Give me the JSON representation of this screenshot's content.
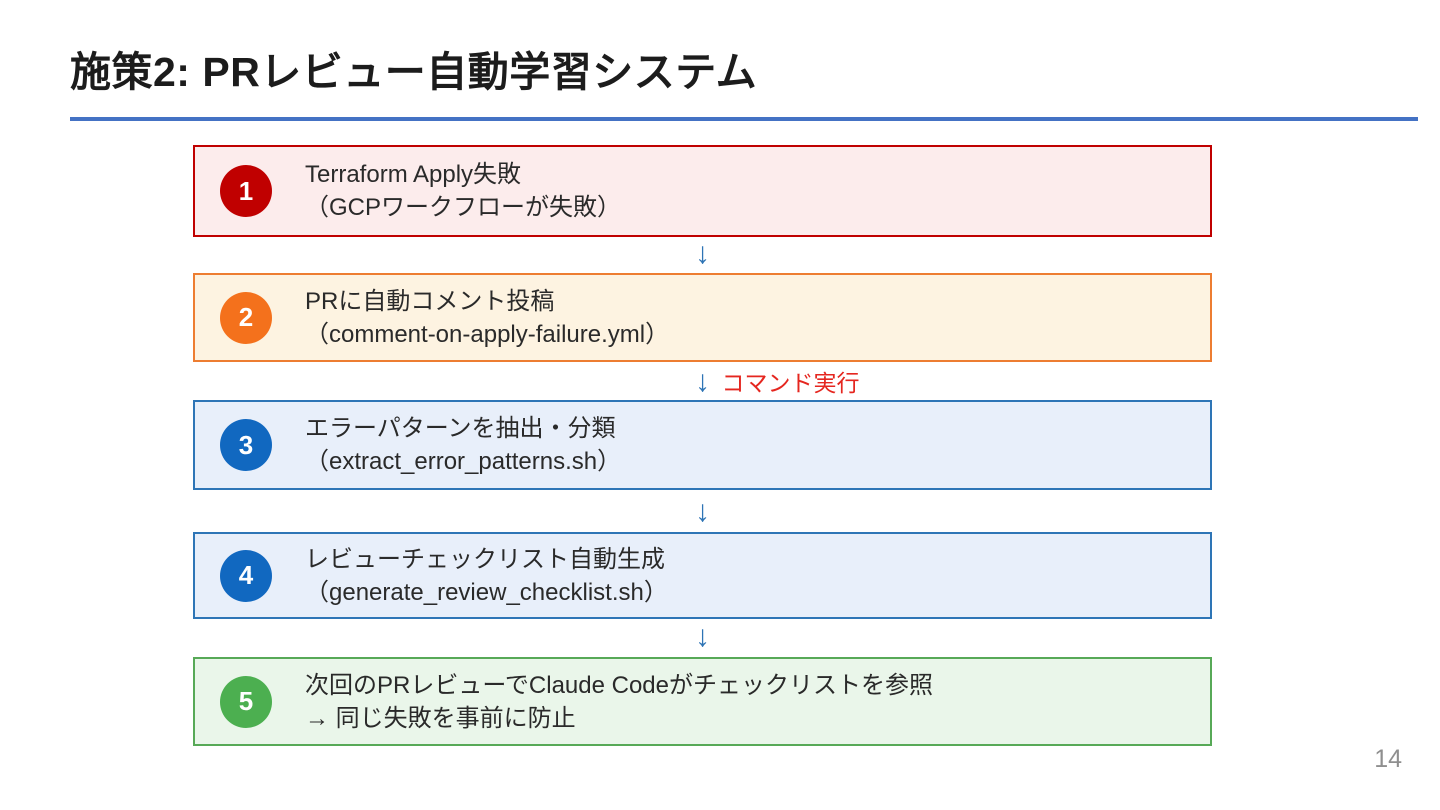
{
  "slide": {
    "title": "施策2: PRレビュー自動学習システム",
    "page_number": "14"
  },
  "flow": {
    "steps": [
      {
        "number": "1",
        "line1": "Terraform Apply失敗",
        "line2": "（GCPワークフローが失敗）",
        "fill": "#fcecec",
        "border": "#c00000",
        "circle": "#c00000"
      },
      {
        "number": "2",
        "line1": "PRに自動コメント投稿",
        "line2": "（comment-on-apply-failure.yml）",
        "fill": "#fdf3e1",
        "border": "#ed7d31",
        "circle": "#f4711c"
      },
      {
        "number": "3",
        "line1": "エラーパターンを抽出・分類",
        "line2": "（extract_error_patterns.sh）",
        "fill": "#e8effa",
        "border": "#2e75b6",
        "circle": "#1168c0"
      },
      {
        "number": "4",
        "line1": "レビューチェックリスト自動生成",
        "line2": "（generate_review_checklist.sh）",
        "fill": "#e8effa",
        "border": "#2e75b6",
        "circle": "#1168c0"
      },
      {
        "number": "5",
        "line1": "次回のPRレビューでClaude Codeがチェックリストを参照",
        "line2": "→ 同じ失敗を事前に防止",
        "fill": "#eaf6ea",
        "border": "#57a957",
        "circle": "#4caf50"
      }
    ],
    "arrows": [
      {
        "glyph": "↓",
        "label": ""
      },
      {
        "glyph": "↓",
        "label": "コマンド実行"
      },
      {
        "glyph": "↓",
        "label": ""
      },
      {
        "glyph": "↓",
        "label": ""
      }
    ],
    "arrow_color": "#2e74b5",
    "arrow_label_color": "#e5261f",
    "title_rule_color": "#4472c4"
  }
}
